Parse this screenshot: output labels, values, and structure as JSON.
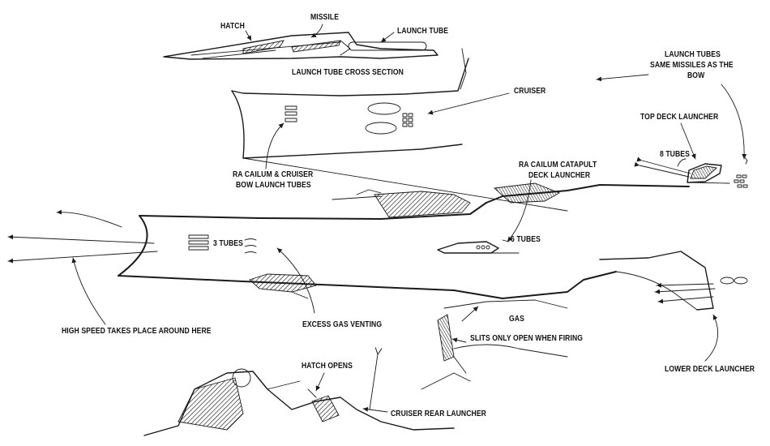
{
  "labels": {
    "hatch": "HATCH",
    "missile": "MISSILE",
    "launch_tube": "LAUNCH TUBE",
    "launch_tube_cross_section": "LAUNCH TUBE CROSS SECTION",
    "launch_tubes_line1": "LAUNCH TUBES",
    "launch_tubes_line2": "SAME MISSILES AS THE",
    "launch_tubes_line3": "BOW",
    "cruiser": "CRUISER",
    "top_deck_launcher": "TOP DECK LAUNCHER",
    "eight_tubes": "8 TUBES",
    "catapult_line1": "RA CAILUM CATAPULT",
    "catapult_line2": "DECK LAUNCHER",
    "bow_tubes_line1": "RA CAILUM & CRUISER",
    "bow_tubes_line2": "BOW LAUNCH TUBES",
    "three_tubes": "3 TUBES",
    "six_tubes": "6 TUBES",
    "gas": "GAS",
    "slits": "SLITS ONLY OPEN WHEN FIRING",
    "excess_gas": "EXCESS GAS VENTING",
    "high_speed": "HIGH SPEED TAKES PLACE AROUND HERE",
    "lower_deck_launcher": "LOWER DECK LAUNCHER",
    "hatch_opens": "HATCH OPENS",
    "cruiser_rear_launcher": "CRUISER REAR LAUNCHER"
  }
}
